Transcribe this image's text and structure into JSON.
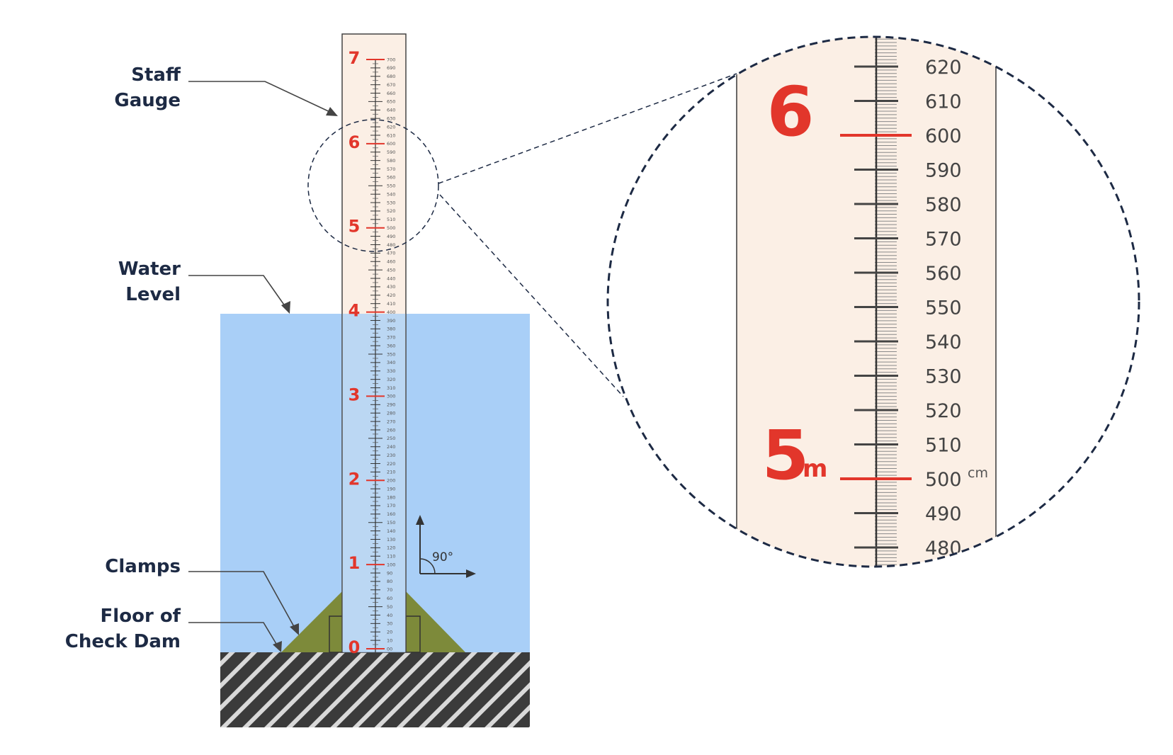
{
  "callouts": {
    "staff_line1": "Staff",
    "staff_line2": "Gauge",
    "water_line1": "Water",
    "water_line2": "Level",
    "clamps": "Clamps",
    "floor_line1": "Floor of",
    "floor_line2": "Check Dam"
  },
  "gauge": {
    "meter_labels": [
      "0",
      "1",
      "2",
      "3",
      "4",
      "5",
      "6",
      "7"
    ],
    "cm_max": 700,
    "cm_step": 10,
    "zero_label": "00",
    "water_level_cm": 400
  },
  "angle": {
    "label": "90°"
  },
  "zoom": {
    "cm_labels": [
      "620",
      "610",
      "600",
      "590",
      "580",
      "570",
      "560",
      "550",
      "540",
      "530",
      "520",
      "510",
      "500",
      "490",
      "480"
    ],
    "meter_6": "6",
    "meter_5": "5",
    "meter_unit": "m",
    "cm_unit": "cm"
  },
  "colors": {
    "water": "#a9cff7",
    "gauge_bg": "#fbefe5",
    "red": "#e2362b",
    "clamp": "#7d8a3a",
    "ground": "#3b3b3b",
    "navy": "#1d2a44"
  }
}
